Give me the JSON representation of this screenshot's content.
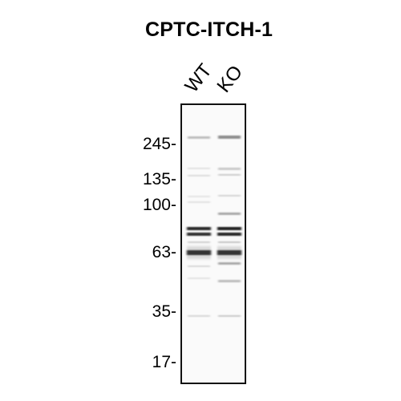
{
  "figure": {
    "title": "CPTC-ITCH-1",
    "lanes": [
      "WT",
      "KO"
    ],
    "markers": [
      {
        "label": "245",
        "kda": 245
      },
      {
        "label": "135",
        "kda": 135
      },
      {
        "label": "100",
        "kda": 100
      },
      {
        "label": "63",
        "kda": 63
      },
      {
        "label": "35",
        "kda": 35
      },
      {
        "label": "17",
        "kda": 17
      }
    ]
  }
}
